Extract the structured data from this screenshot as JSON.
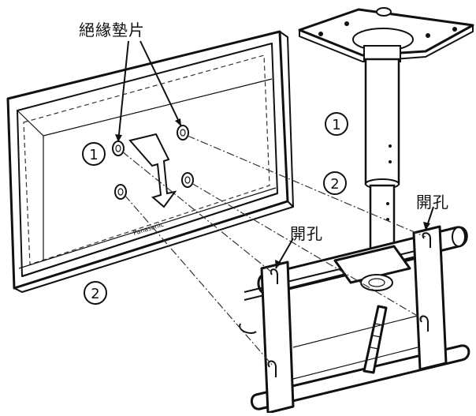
{
  "labels": {
    "insulation_pads": "絕緣墊片",
    "hole_right": "開孔",
    "hole_center": "開孔",
    "step1_tv": "1",
    "step1_pole": "1",
    "step2_pole": "2",
    "step2_tv": "2"
  },
  "brand_mark": "Panasonic"
}
